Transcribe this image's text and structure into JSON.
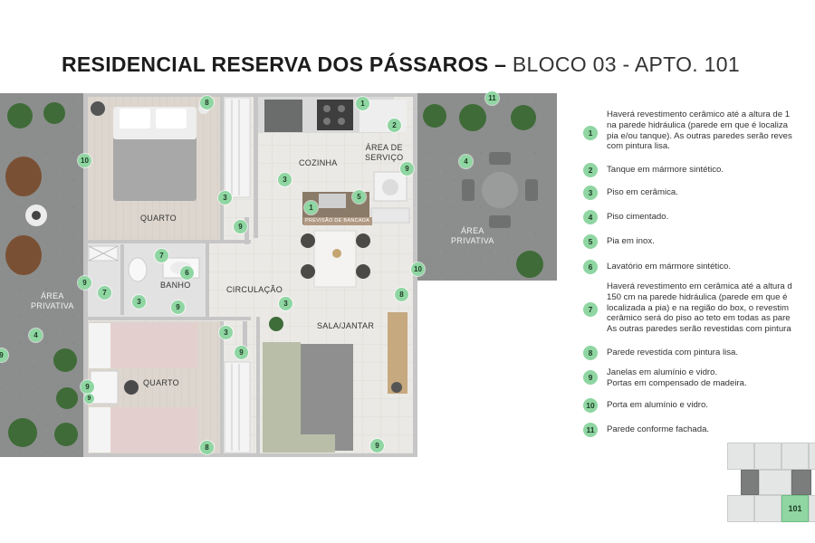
{
  "header": {
    "title_bold": "RESIDENCIAL RESERVA DOS PÁSSAROS –",
    "title_light": "BLOCO 03 - APTO. 101"
  },
  "rooms": {
    "quarto_top": "QUARTO",
    "quarto_bottom": "QUARTO",
    "cozinha": "COZINHA",
    "area_servico": "ÁREA DE\nSERVIÇO",
    "area_privativa_right": "ÁREA\nPRIVATIVA",
    "area_privativa_left": "ÁREA\nPRIVATIVA",
    "banho": "BANHO",
    "circulacao": "CIRCULAÇÃO",
    "sala_jantar": "SALA/JANTAR",
    "bancada_note": "PREVISÃO DE BANCADA"
  },
  "markers": [
    "8",
    "1",
    "2",
    "10",
    "3",
    "9",
    "4",
    "11",
    "1",
    "5",
    "3",
    "9",
    "7",
    "6",
    "9",
    "7",
    "3",
    "9",
    "3",
    "10",
    "8",
    "3",
    "9",
    "9",
    "8",
    "9",
    "4",
    "9",
    "9"
  ],
  "legend": [
    {
      "num": "1",
      "text": "Haverá revestimento cerâmico até a altura de 1\nna parede hidráulica (parede em que é localiza\npia e/ou tanque). As outras paredes serão reves\ncom pintura lisa."
    },
    {
      "num": "2",
      "text": "Tanque em mármore sintético."
    },
    {
      "num": "3",
      "text": "Piso em cerâmica."
    },
    {
      "num": "4",
      "text": "Piso cimentado."
    },
    {
      "num": "5",
      "text": "Pia em inox."
    },
    {
      "num": "6",
      "text": "Lavatório em mármore sintético."
    },
    {
      "num": "7",
      "text": "Haverá revestimento em cerâmica até a altura d\n150 cm na parede hidráulica (parede em que é\nlocalizada a pia) e na região do box, o revestim\ncerâmico será do piso ao teto em todas as pare\nAs outras paredes serão revestidas com pintura"
    },
    {
      "num": "8",
      "text": "Parede revestida com pintura lisa."
    },
    {
      "num": "9",
      "text": "Janelas em alumínio e vidro.\nPortas em compensado de madeira."
    },
    {
      "num": "10",
      "text": "Porta em alumínio e vidro."
    },
    {
      "num": "11",
      "text": "Parede conforme fachada."
    }
  ],
  "unit_badge": "101",
  "colors": {
    "marker": "#8fd6a2",
    "wall": "#bdbdbd",
    "floor_tile": "#e9e7e3",
    "floor_cement": "#8a8c8b",
    "bedroom_floor": "#d8d3cc"
  }
}
